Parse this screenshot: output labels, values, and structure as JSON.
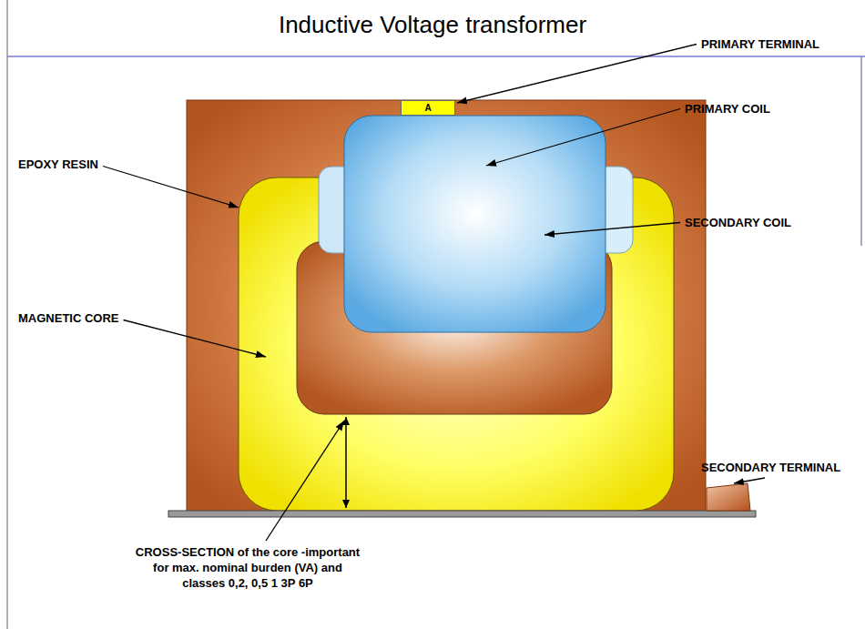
{
  "diagram": {
    "title": "Inductive Voltage transformer",
    "nodes": [
      {
        "text": [
          "A"
        ]
      }
    ],
    "labels": [
      "PRIMARY TERMINAL",
      "PRIMARY COIL",
      "EPOXY RESIN",
      "SECONDARY COIL",
      "MAGNETIC CORE",
      "SECONDARY TERMINAL",
      "CROSS-SECTION of the core -important for max. nominal burden (VA) and classes 0,2, 0,5 1 3P 6P"
    ]
  }
}
